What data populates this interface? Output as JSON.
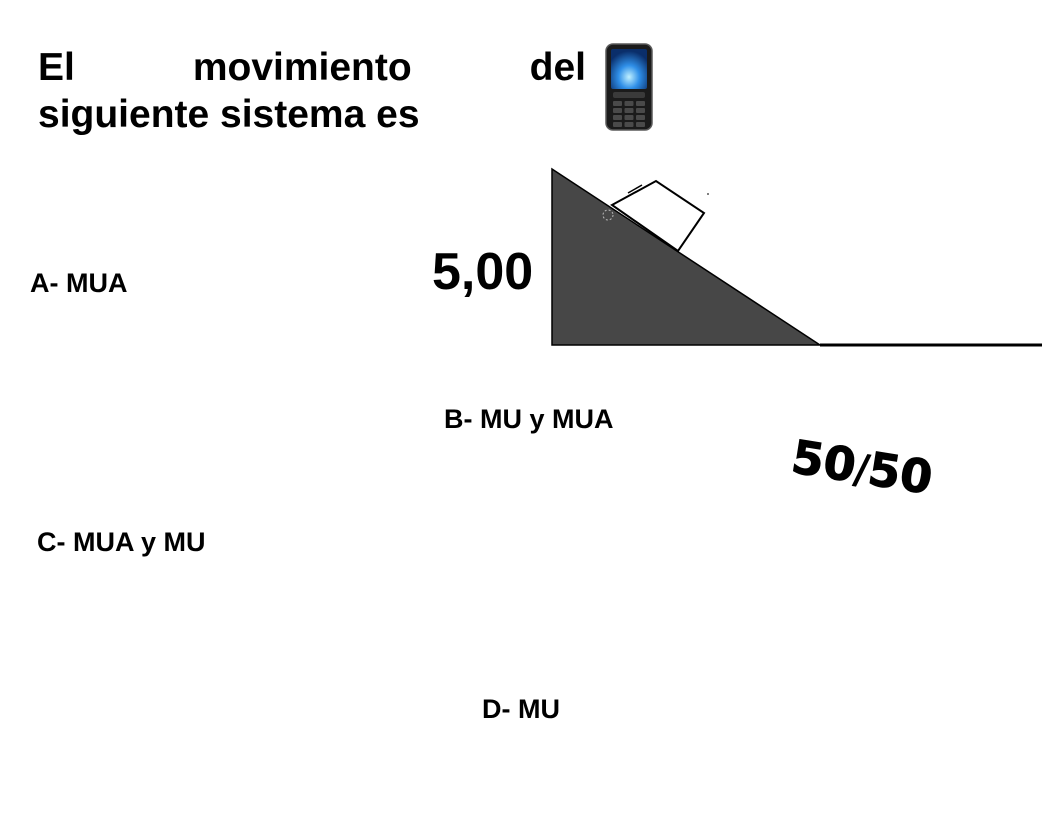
{
  "question": {
    "line1_words": [
      "El",
      "movimiento",
      "del"
    ],
    "line2": "siguiente sistema es"
  },
  "timer": "5,00",
  "options": {
    "a": "A- MUA",
    "b": "B- MU y MUA",
    "c": "C- MUA y MU",
    "d": "D- MU"
  },
  "lifeline": {
    "left": "50",
    "sep": "/",
    "right": "50"
  },
  "icons": {
    "phone": "phone-a-friend-icon"
  },
  "colors": {
    "ramp": "#474747",
    "text": "#000000",
    "phone_screen": "#2f8fe8"
  }
}
